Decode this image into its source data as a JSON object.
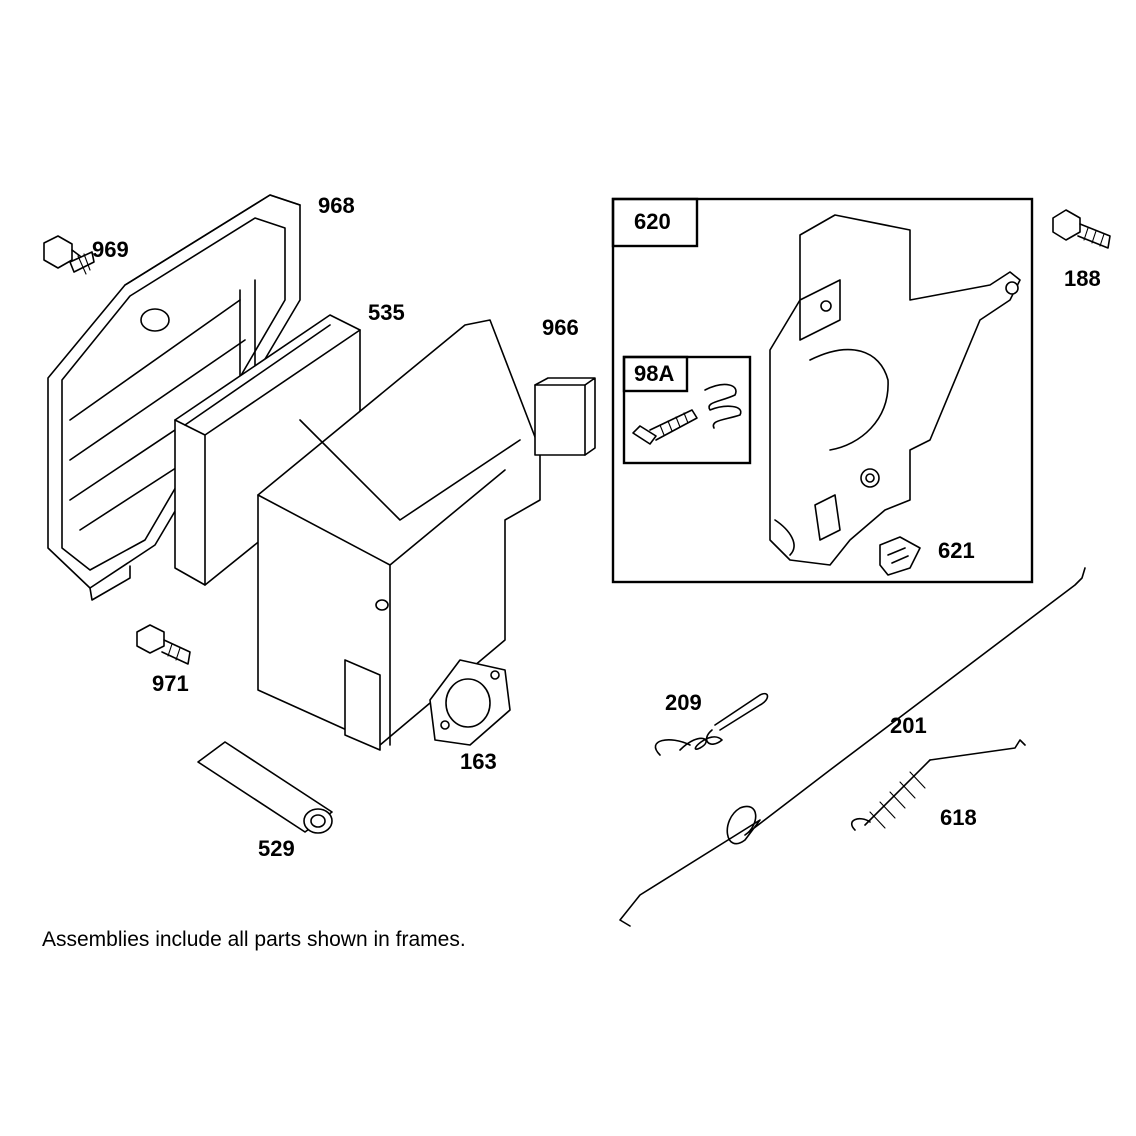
{
  "parts": {
    "p968": "968",
    "p969": "969",
    "p535": "535",
    "p966": "966",
    "p971": "971",
    "p163": "163",
    "p529": "529",
    "p620": "620",
    "p98a": "98A",
    "p621": "621",
    "p188": "188",
    "p209": "209",
    "p201": "201",
    "p618": "618"
  },
  "note": "Assemblies include all parts shown in frames."
}
